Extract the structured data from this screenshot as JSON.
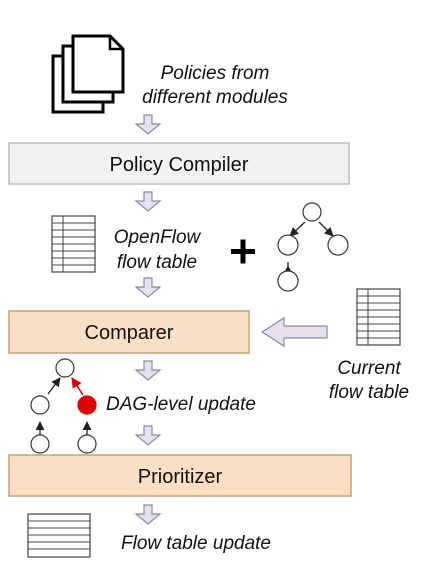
{
  "inputs": {
    "policies_label_line1": "Policies from",
    "policies_label_line2": "different modules"
  },
  "boxes": {
    "compiler": "Policy Compiler",
    "comparer": "Comparer",
    "prioritizer": "Prioritizer"
  },
  "labels": {
    "openflow_line1": "OpenFlow",
    "openflow_line2": "flow table",
    "plus": "+",
    "current_line1": "Current",
    "current_line2": "flow table",
    "dag_update": "DAG-level update",
    "flow_update": "Flow table update"
  },
  "colors": {
    "compiler_fill": "#f2f2f2",
    "stage_fill": "#fadfc4",
    "stage_border": "#c8a27a",
    "arrow_fill": "#e6e0ef",
    "arrow_stroke": "#8a8aa8",
    "highlight_node": "#e00000",
    "highlight_edge": "#e00000"
  }
}
